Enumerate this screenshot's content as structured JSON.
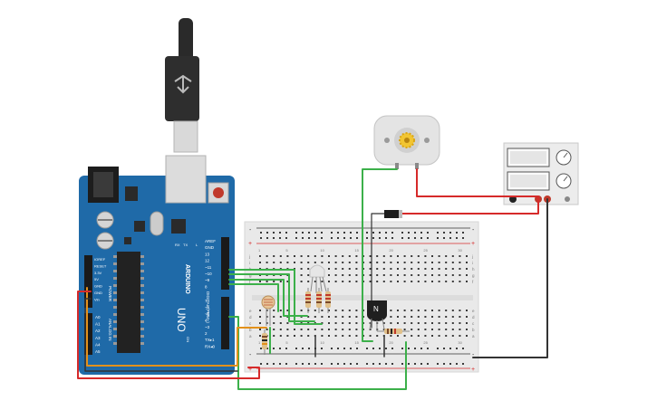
{
  "arduino": {
    "brand": "ARDUINO",
    "model": "UNO",
    "on_label": "ON",
    "led_l": "L",
    "led_tx": "TX",
    "led_rx": "RX",
    "power_header": "POWER",
    "analog_header": "ANALOG IN",
    "digital_header": "DIGITAL (PWM~)",
    "power_pins": [
      "IOREF",
      "RESET",
      "3.3V",
      "5V",
      "GND",
      "GND",
      "Vin"
    ],
    "analog_pins": [
      "A0",
      "A1",
      "A2",
      "A3",
      "A4",
      "A5"
    ],
    "digital_pins_top": [
      "AREF",
      "GND",
      "13",
      "12",
      "~11",
      "~10",
      "~9",
      "8"
    ],
    "digital_pins_bottom": [
      "7",
      "~6",
      "~5",
      "4",
      "~3",
      "2",
      "TX▸1",
      "RX◂0"
    ]
  },
  "breadboard": {
    "rail_plus": "+",
    "rail_minus": "-",
    "row_numbers": [
      "1",
      "5",
      "10",
      "15",
      "20",
      "25",
      "30"
    ],
    "column_letters_top": [
      "j",
      "i",
      "h",
      "g",
      "f"
    ],
    "column_letters_bottom": [
      "e",
      "d",
      "c",
      "b",
      "a"
    ]
  },
  "transistor": {
    "label": "N"
  },
  "colors": {
    "board": "#1f6aa8",
    "wire_red": "#d62a2a",
    "wire_green": "#3cb04a",
    "wire_orange": "#e3911b",
    "wire_black": "#333333",
    "breadboard": "#e9e9e9"
  },
  "icons": [
    "usb-cable-icon",
    "dc-motor-icon",
    "power-supply-icon",
    "photoresistor-icon",
    "rgb-led-icon",
    "diode-icon"
  ]
}
